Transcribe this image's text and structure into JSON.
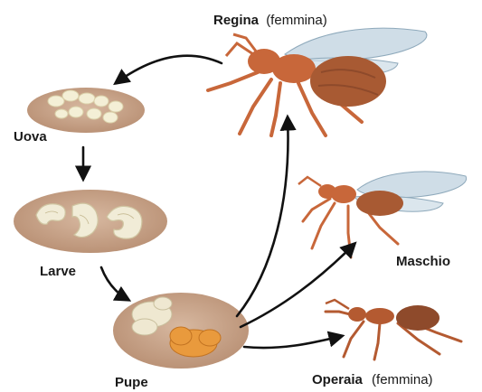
{
  "stages": {
    "eggs": {
      "label": "Uova"
    },
    "larvae": {
      "label": "Larve"
    },
    "pupae": {
      "label": "Pupe"
    }
  },
  "castes": {
    "queen": {
      "label": "Regina",
      "qualifier": "(femmina)"
    },
    "male": {
      "label": "Maschio"
    },
    "worker": {
      "label": "Operaia",
      "qualifier": "(femmina)"
    }
  },
  "colors": {
    "mound": "#c9a58b",
    "mound_edge": "#b48d73",
    "egg": "#f4efd6",
    "larva": "#f1ecd7",
    "pupa_light": "#efe8d1",
    "pupa_orange": "#e99a3d",
    "ant_body": "#c8673a",
    "ant_dark": "#8e4a2b",
    "wing": "#bfd2df",
    "arrow": "#111111"
  }
}
